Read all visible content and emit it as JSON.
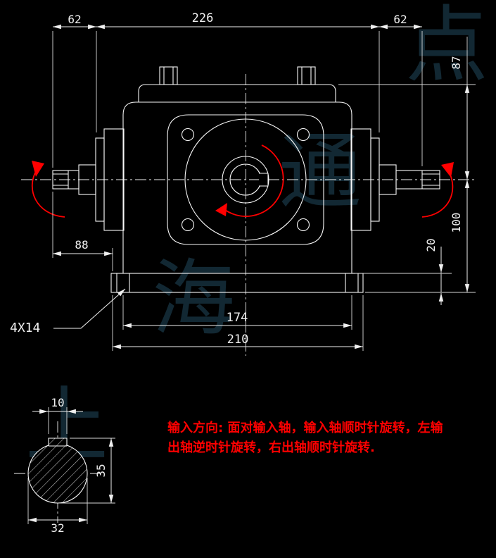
{
  "title": "gearbox-front-view-technical-drawing",
  "colors": {
    "background": "#000000",
    "line": "#efefef",
    "annotation_red": "#ff0000",
    "watermark": "#16303d"
  },
  "dimensions": {
    "top_left": "62",
    "top_middle": "226",
    "top_right": "62",
    "right_top": "87",
    "right_bottom": "100",
    "base_height": "20",
    "shaft_left": "88",
    "bolt_spacing": "174",
    "base_width": "210",
    "slot_callout": "4X14"
  },
  "detail_view": {
    "keyway_width": "10",
    "keyway_height": "35",
    "shaft_diameter": "32"
  },
  "note": {
    "line1": "输入方向: 面对输入轴，输入轴顺时针旋转，左输",
    "line2": "出轴逆时针旋转，右出轴顺时针旋转."
  },
  "watermark": {
    "char1": "上",
    "char2": "海",
    "char3": "通",
    "char4": "点"
  }
}
